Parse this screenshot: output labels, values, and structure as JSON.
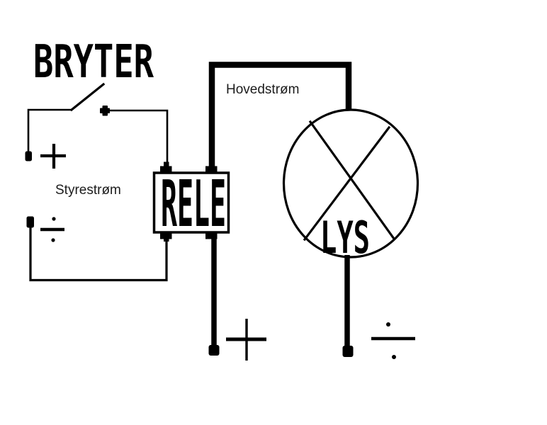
{
  "page": {
    "background_color": "#ffffff",
    "ink_color": "#000000"
  },
  "labels": {
    "switch": "BRYTER",
    "main_current": "Hovedstrøm",
    "control_current": "Styrestrøm",
    "relay": "RELE",
    "lamp": "LYS"
  },
  "symbols": {
    "control_positive": "+",
    "control_negative": "÷",
    "main_positive": "+",
    "main_negative": "÷"
  }
}
